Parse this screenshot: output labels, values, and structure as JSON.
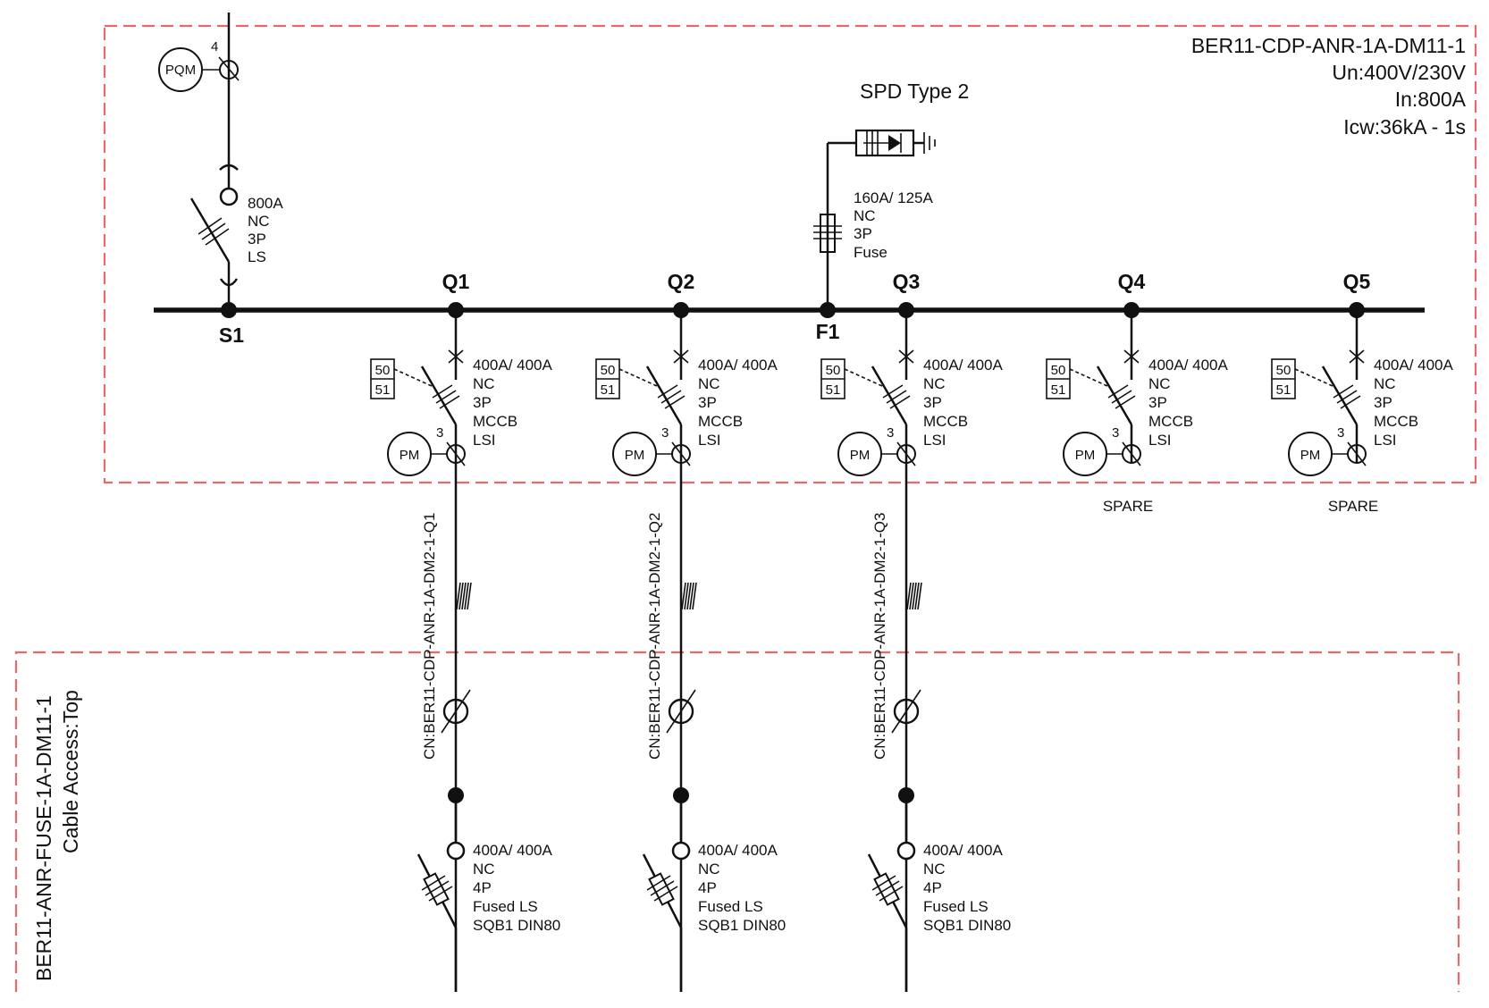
{
  "colors": {
    "boundary": "#e8696b",
    "line": "#111111",
    "background": "#ffffff"
  },
  "panel": {
    "name": "BER11-CDP-ANR-1A-DM11-1",
    "un": "Un:400V/230V",
    "in": "In:800A",
    "icw": "Icw:36kA - 1s"
  },
  "incomer": {
    "pqm": "PQM",
    "ct_ratio": "4",
    "tag": "S1",
    "specs": [
      "800A",
      "NC",
      "3P",
      "LS"
    ]
  },
  "spd": {
    "title": "SPD Type 2",
    "tag": "F1",
    "specs": [
      "160A/ 125A",
      "NC",
      "3P",
      "Fuse"
    ]
  },
  "feeders": [
    {
      "tag": "Q1",
      "relay": [
        "50",
        "51"
      ],
      "ct": "3",
      "meter": "PM",
      "specs": [
        "400A/ 400A",
        "NC",
        "3P",
        "MCCB",
        "LSI"
      ],
      "cable": "CN:BER11-CDP-ANR-1A-DM2-1-Q1"
    },
    {
      "tag": "Q2",
      "relay": [
        "50",
        "51"
      ],
      "ct": "3",
      "meter": "PM",
      "specs": [
        "400A/ 400A",
        "NC",
        "3P",
        "MCCB",
        "LSI"
      ],
      "cable": "CN:BER11-CDP-ANR-1A-DM2-1-Q2"
    },
    {
      "tag": "Q3",
      "relay": [
        "50",
        "51"
      ],
      "ct": "3",
      "meter": "PM",
      "specs": [
        "400A/ 400A",
        "NC",
        "3P",
        "MCCB",
        "LSI"
      ],
      "cable": "CN:BER11-CDP-ANR-1A-DM2-1-Q3"
    },
    {
      "tag": "Q4",
      "relay": [
        "50",
        "51"
      ],
      "ct": "3",
      "meter": "PM",
      "specs": [
        "400A/ 400A",
        "NC",
        "3P",
        "MCCB",
        "LSI"
      ],
      "note": "SPARE"
    },
    {
      "tag": "Q5",
      "relay": [
        "50",
        "51"
      ],
      "ct": "3",
      "meter": "PM",
      "specs": [
        "400A/ 400A",
        "NC",
        "3P",
        "MCCB",
        "LSI"
      ],
      "note": "SPARE"
    }
  ],
  "fuse_panel": {
    "name": "BER11-ANR-FUSE-1A-DM11-1",
    "access": "Cable Access:Top",
    "switches": [
      {
        "specs": [
          "400A/ 400A",
          "NC",
          "4P",
          "Fused LS",
          "SQB1 DIN80"
        ]
      },
      {
        "specs": [
          "400A/ 400A",
          "NC",
          "4P",
          "Fused LS",
          "SQB1 DIN80"
        ]
      },
      {
        "specs": [
          "400A/ 400A",
          "NC",
          "4P",
          "Fused LS",
          "SQB1 DIN80"
        ]
      }
    ]
  }
}
